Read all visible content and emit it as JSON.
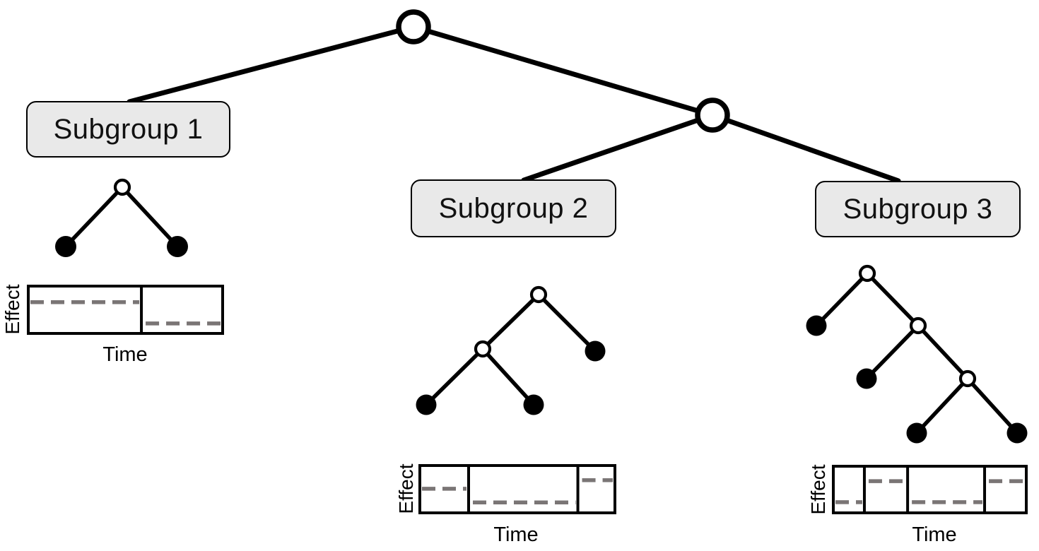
{
  "tree_structure": {
    "root": "open-node",
    "levels": 2,
    "description": "Root node splits into Subgroup 1 and a second internal node; the internal node splits into Subgroup 2 and Subgroup 3"
  },
  "colors": {
    "line": "#000000",
    "dash": "#7a7575",
    "box_fill": "#e9e9e9",
    "box_border": "#000000",
    "node_fill": "#000000",
    "node_open_fill": "#ffffff"
  },
  "subgroups": [
    {
      "label": "Subgroup 1",
      "tree": {
        "open_nodes": 1,
        "filled_leaves": 2
      },
      "plot": {
        "type": "step",
        "xlabel": "Time",
        "ylabel": "Effect",
        "segments": [
          {
            "start": 0.0,
            "end": 0.582,
            "level": 0.34
          },
          {
            "start": 0.582,
            "end": 1.0,
            "level": 0.79
          }
        ]
      }
    },
    {
      "label": "Subgroup 2",
      "tree": {
        "open_nodes": 2,
        "filled_leaves": 3
      },
      "plot": {
        "type": "step",
        "xlabel": "Time",
        "ylabel": "Effect",
        "segments": [
          {
            "start": 0.0,
            "end": 0.25,
            "level": 0.49
          },
          {
            "start": 0.25,
            "end": 0.81,
            "level": 0.78
          },
          {
            "start": 0.81,
            "end": 1.0,
            "level": 0.31
          }
        ]
      }
    },
    {
      "label": "Subgroup 3",
      "tree": {
        "open_nodes": 3,
        "filled_leaves": 4
      },
      "plot": {
        "type": "step",
        "xlabel": "Time",
        "ylabel": "Effect",
        "segments": [
          {
            "start": 0.0,
            "end": 0.161,
            "level": 0.77
          },
          {
            "start": 0.161,
            "end": 0.385,
            "level": 0.32
          },
          {
            "start": 0.385,
            "end": 0.784,
            "level": 0.77
          },
          {
            "start": 0.784,
            "end": 1.0,
            "level": 0.32
          }
        ]
      }
    }
  ]
}
